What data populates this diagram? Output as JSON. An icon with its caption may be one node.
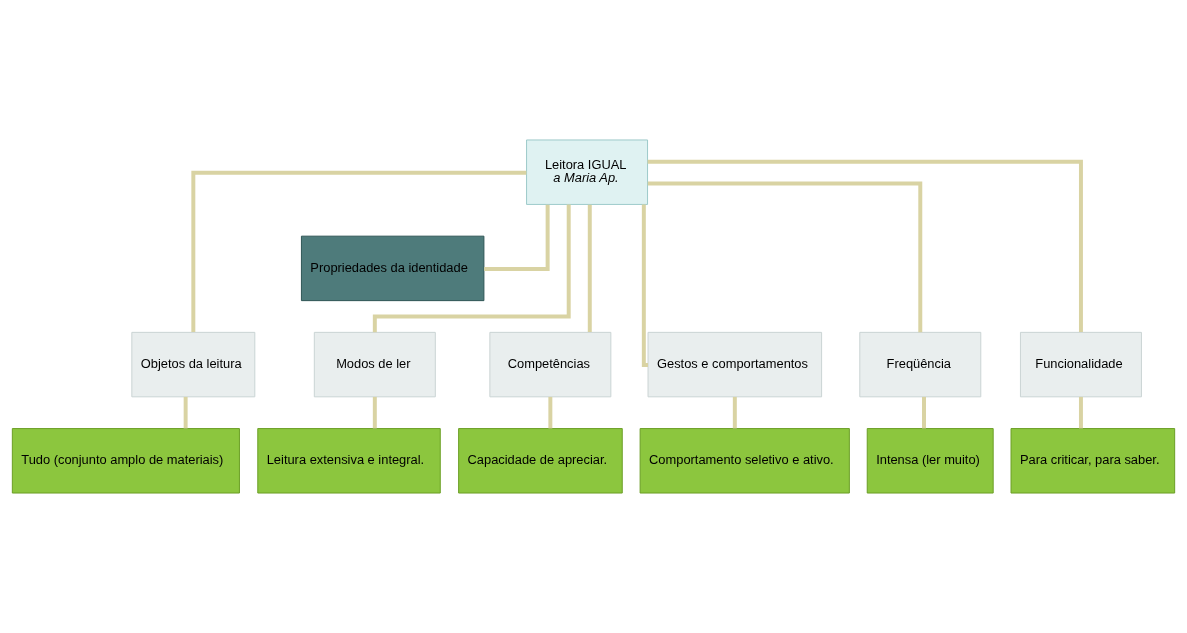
{
  "diagram": {
    "nodes": [
      {
        "text": [
          "Leitora IGUAL",
          "a Maria Ap."
        ]
      },
      {
        "text": [
          "Propriedades da identidade"
        ]
      },
      {
        "text": [
          "Objetos da leitura"
        ]
      },
      {
        "text": [
          "Modos de ler"
        ]
      },
      {
        "text": [
          "Competências"
        ]
      },
      {
        "text": [
          "Gestos e comportamentos"
        ]
      },
      {
        "text": [
          "Freqüência"
        ]
      },
      {
        "text": [
          "Funcionalidade"
        ]
      },
      {
        "text": [
          "Tudo (conjunto amplo de materiais)"
        ]
      },
      {
        "text": [
          "Leitura extensiva e integral."
        ]
      },
      {
        "text": [
          "Capacidade de apreciar."
        ]
      },
      {
        "text": [
          "Comportamento seletivo e ativo."
        ]
      },
      {
        "text": [
          "Intensa (ler muito)"
        ]
      },
      {
        "text": [
          "Para criticar, para saber."
        ]
      }
    ],
    "edges": [
      {
        "from": 0,
        "to": 1,
        "arrow": "none"
      },
      {
        "from": 0,
        "to": 2,
        "arrow": "none"
      },
      {
        "from": 0,
        "to": 3,
        "arrow": "none"
      },
      {
        "from": 0,
        "to": 4,
        "arrow": "none"
      },
      {
        "from": 0,
        "to": 5,
        "arrow": "none"
      },
      {
        "from": 0,
        "to": 6,
        "arrow": "none"
      },
      {
        "from": 0,
        "to": 7,
        "arrow": "none"
      },
      {
        "from": 2,
        "to": 8,
        "arrow": "none"
      },
      {
        "from": 3,
        "to": 9,
        "arrow": "none"
      },
      {
        "from": 4,
        "to": 10,
        "arrow": "none"
      },
      {
        "from": 5,
        "to": 11,
        "arrow": "none"
      },
      {
        "from": 6,
        "to": 12,
        "arrow": "none"
      },
      {
        "from": 7,
        "to": 13,
        "arrow": "none"
      }
    ]
  }
}
